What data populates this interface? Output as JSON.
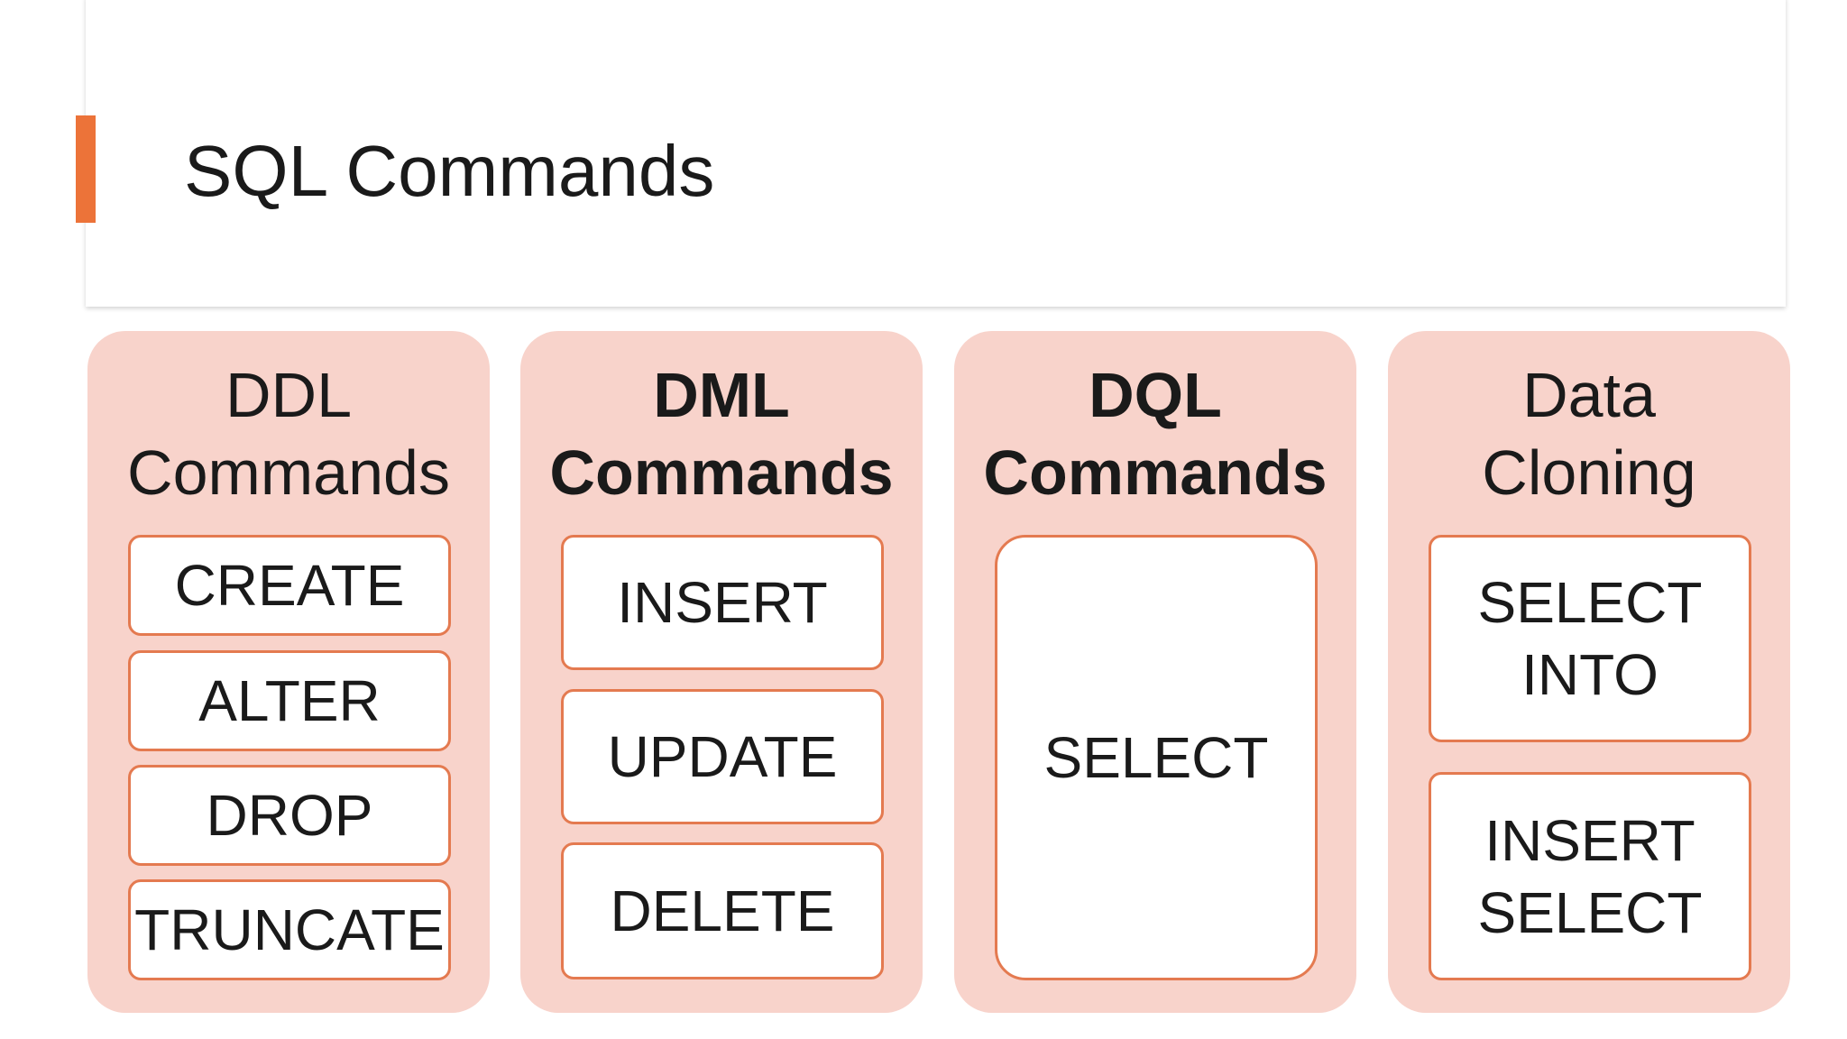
{
  "title": "SQL Commands",
  "colors": {
    "accent": "#ec7339",
    "panel": "#f8d3cb",
    "box_border": "#e47a50",
    "box_fill": "#ffffff"
  },
  "columns": [
    {
      "header_line1": "DDL",
      "header_line2": "Commands",
      "items": [
        {
          "line1": "CREATE"
        },
        {
          "line1": "ALTER"
        },
        {
          "line1": "DROP"
        },
        {
          "line1": "TRUNCATE"
        }
      ]
    },
    {
      "header_line1": "DML",
      "header_line2": "Commands",
      "items": [
        {
          "line1": "INSERT"
        },
        {
          "line1": "UPDATE"
        },
        {
          "line1": "DELETE"
        }
      ]
    },
    {
      "header_line1": "DQL",
      "header_line2": "Commands",
      "items": [
        {
          "line1": "SELECT"
        }
      ]
    },
    {
      "header_line1": "Data",
      "header_line2": "Cloning",
      "items": [
        {
          "line1": "SELECT",
          "line2": "INTO"
        },
        {
          "line1": "INSERT",
          "line2": "SELECT"
        }
      ]
    }
  ]
}
